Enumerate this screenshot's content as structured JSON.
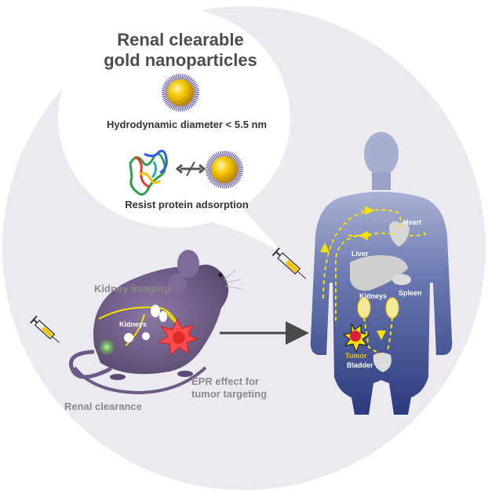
{
  "bubble": {
    "title_line1": "Renal clearable",
    "title_line2": "gold nanoparticles",
    "diameter_label": "Hydrodynamic diameter < 5.5 nm",
    "protein_label": "Resist protein adsorption"
  },
  "mouse": {
    "kidney_imaging": "Kidney imaging",
    "kidneys": "Kidneys",
    "epr_line1": "EPR effect for",
    "epr_line2": "tumor targeting",
    "renal_clearance": "Renal clearance"
  },
  "human": {
    "heart": "Heart",
    "liver": "Liver",
    "spleen": "Spleen",
    "kidneys": "Kidneys",
    "tumor": "Tumor",
    "bladder": "Bladder"
  },
  "colors": {
    "background_circle": "#ece9f1",
    "bubble": "#ffffff",
    "mouse": "#6d5b86",
    "human_body": "#3f4f8e",
    "gold": "#f2c200",
    "path_yellow": "#f4e200",
    "tumor_red": "#e02b2b"
  }
}
